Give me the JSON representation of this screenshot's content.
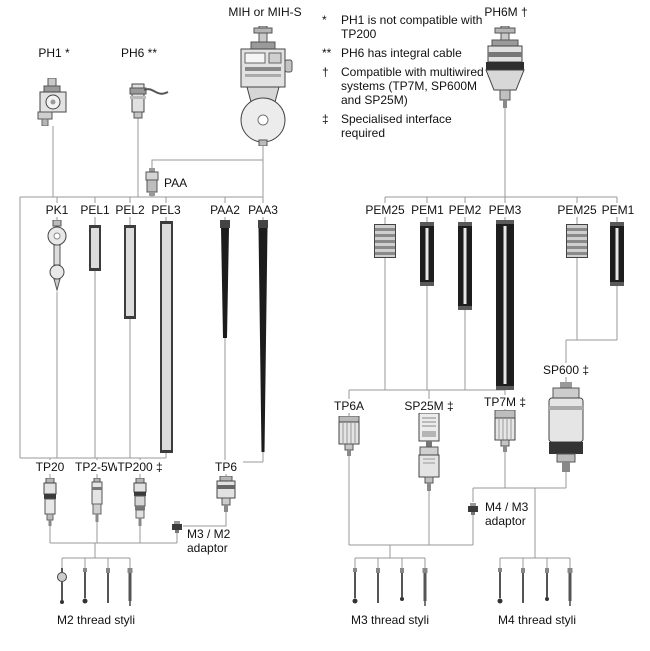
{
  "diagram": {
    "heads": {
      "ph1": "PH1 *",
      "ph6": "PH6 **",
      "mih": "MIH or MIH-S",
      "ph6m": "PH6M †"
    },
    "legend": [
      {
        "symbol": "*",
        "text": "PH1 is not compatible with TP200"
      },
      {
        "symbol": "**",
        "text": "PH6 has integral cable"
      },
      {
        "symbol": "†",
        "text": "Compatible with multiwired systems (TP7M, SP600M and SP25M)"
      },
      {
        "symbol": "‡",
        "text": "Specialised interface required"
      }
    ],
    "extensions": {
      "paa": "PAA",
      "pk1": "PK1",
      "pel1": "PEL1",
      "pel2": "PEL2",
      "pel3": "PEL3",
      "paa2": "PAA2",
      "paa3": "PAA3",
      "pem25_left": "PEM25",
      "pem1_left": "PEM1",
      "pem2": "PEM2",
      "pem3": "PEM3",
      "pem25_right": "PEM25",
      "pem1_right": "PEM1"
    },
    "probes": {
      "tp20": "TP20",
      "tp2_5w": "TP2-5W",
      "tp200": "TP200 ‡",
      "tp6": "TP6",
      "tp6a": "TP6A",
      "sp25m": "SP25M ‡",
      "tp7m": "TP7M ‡",
      "sp600": "SP600 ‡"
    },
    "adaptors": {
      "m3_m2": "M3 / M2\nadaptor",
      "m4_m3": "M4 / M3\nadaptor"
    },
    "styli": {
      "m2": "M2 thread styli",
      "m3": "M3 thread styli",
      "m4": "M4 thread styli"
    },
    "colors": {
      "line": "#999999",
      "dark_fill": "#1d1d1d",
      "text": "#111111"
    }
  }
}
